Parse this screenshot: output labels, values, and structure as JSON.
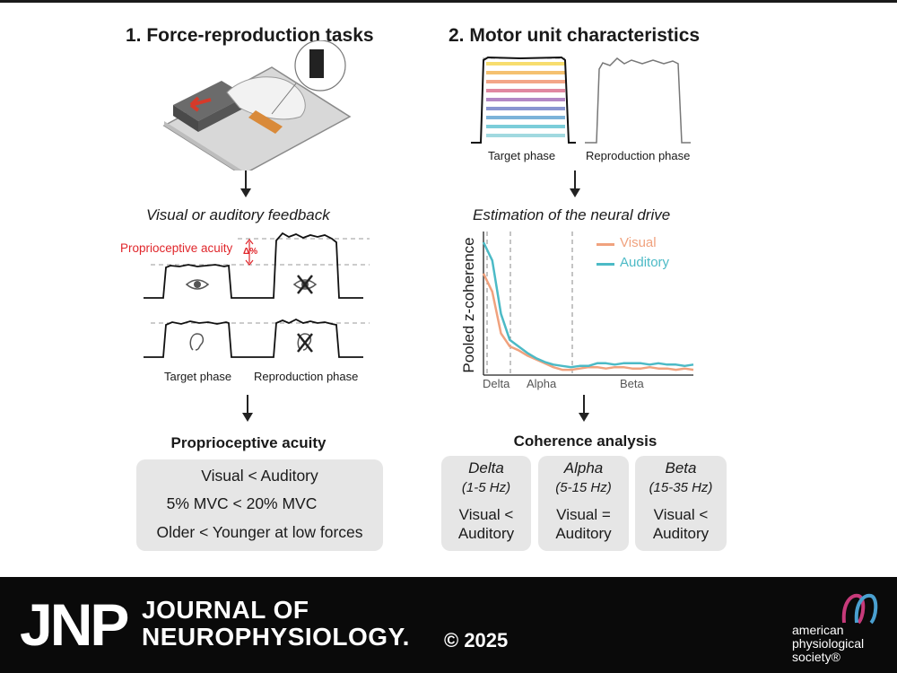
{
  "panel1": {
    "heading": "1.  Force-reproduction tasks",
    "feedback_label": "Visual or auditory feedback",
    "acuity_label": "Proprioceptive acuity",
    "delta_label": "Δ%",
    "target_phase": "Target phase",
    "reproduction_phase": "Reproduction phase",
    "summary_title": "Proprioceptive acuity",
    "summary_lines": [
      "Visual < Auditory",
      "5% MVC < 20% MVC",
      "Older < Younger at low forces"
    ]
  },
  "panel2": {
    "heading": "2.  Motor unit characteristics",
    "target_phase": "Target phase",
    "reproduction_phase": "Reproduction phase",
    "estimation_label": "Estimation of the neural drive",
    "coherence_title": "Coherence analysis",
    "bands": [
      {
        "name": "Delta",
        "range": "(1-5 Hz)",
        "result_line1": "Visual <",
        "result_line2": "Auditory"
      },
      {
        "name": "Alpha",
        "range": "(5-15 Hz)",
        "result_line1": "Visual =",
        "result_line2": "Auditory"
      },
      {
        "name": "Beta",
        "range": "(15-35 Hz)",
        "result_line1": "Visual <",
        "result_line2": "Auditory"
      }
    ]
  },
  "chart_data": {
    "type": "line",
    "ylabel": "Pooled z-coherence",
    "xlabel": "",
    "region_labels": [
      "Delta",
      "Alpha",
      "Beta"
    ],
    "series": [
      {
        "name": "Visual",
        "color": "#f0a27e",
        "values": [
          0.76,
          0.62,
          0.3,
          0.2,
          0.17,
          0.13,
          0.1,
          0.07,
          0.04,
          0.02,
          0.02,
          0.03,
          0.04,
          0.04,
          0.03,
          0.04,
          0.04,
          0.03,
          0.03,
          0.04,
          0.03,
          0.03,
          0.02,
          0.03,
          0.02
        ]
      },
      {
        "name": "Auditory",
        "color": "#4cbac6",
        "values": [
          1.0,
          0.86,
          0.45,
          0.25,
          0.2,
          0.15,
          0.11,
          0.08,
          0.06,
          0.05,
          0.04,
          0.05,
          0.05,
          0.07,
          0.07,
          0.06,
          0.07,
          0.07,
          0.07,
          0.06,
          0.07,
          0.06,
          0.06,
          0.05,
          0.06
        ]
      }
    ]
  },
  "footer": {
    "logo": "JNP",
    "journal_line1": "JOURNAL OF",
    "journal_line2": "NEUROPHYSIOLOGY.",
    "copyright": "© 2025",
    "society_line1": "american",
    "society_line2": "physiological",
    "society_line3": "society®"
  },
  "colors": {
    "visual": "#f0a27e",
    "auditory": "#4cbac6",
    "acuity_red": "#e0262b",
    "box_gray": "#e6e6e6",
    "footer_bg": "#0a0a0a"
  }
}
